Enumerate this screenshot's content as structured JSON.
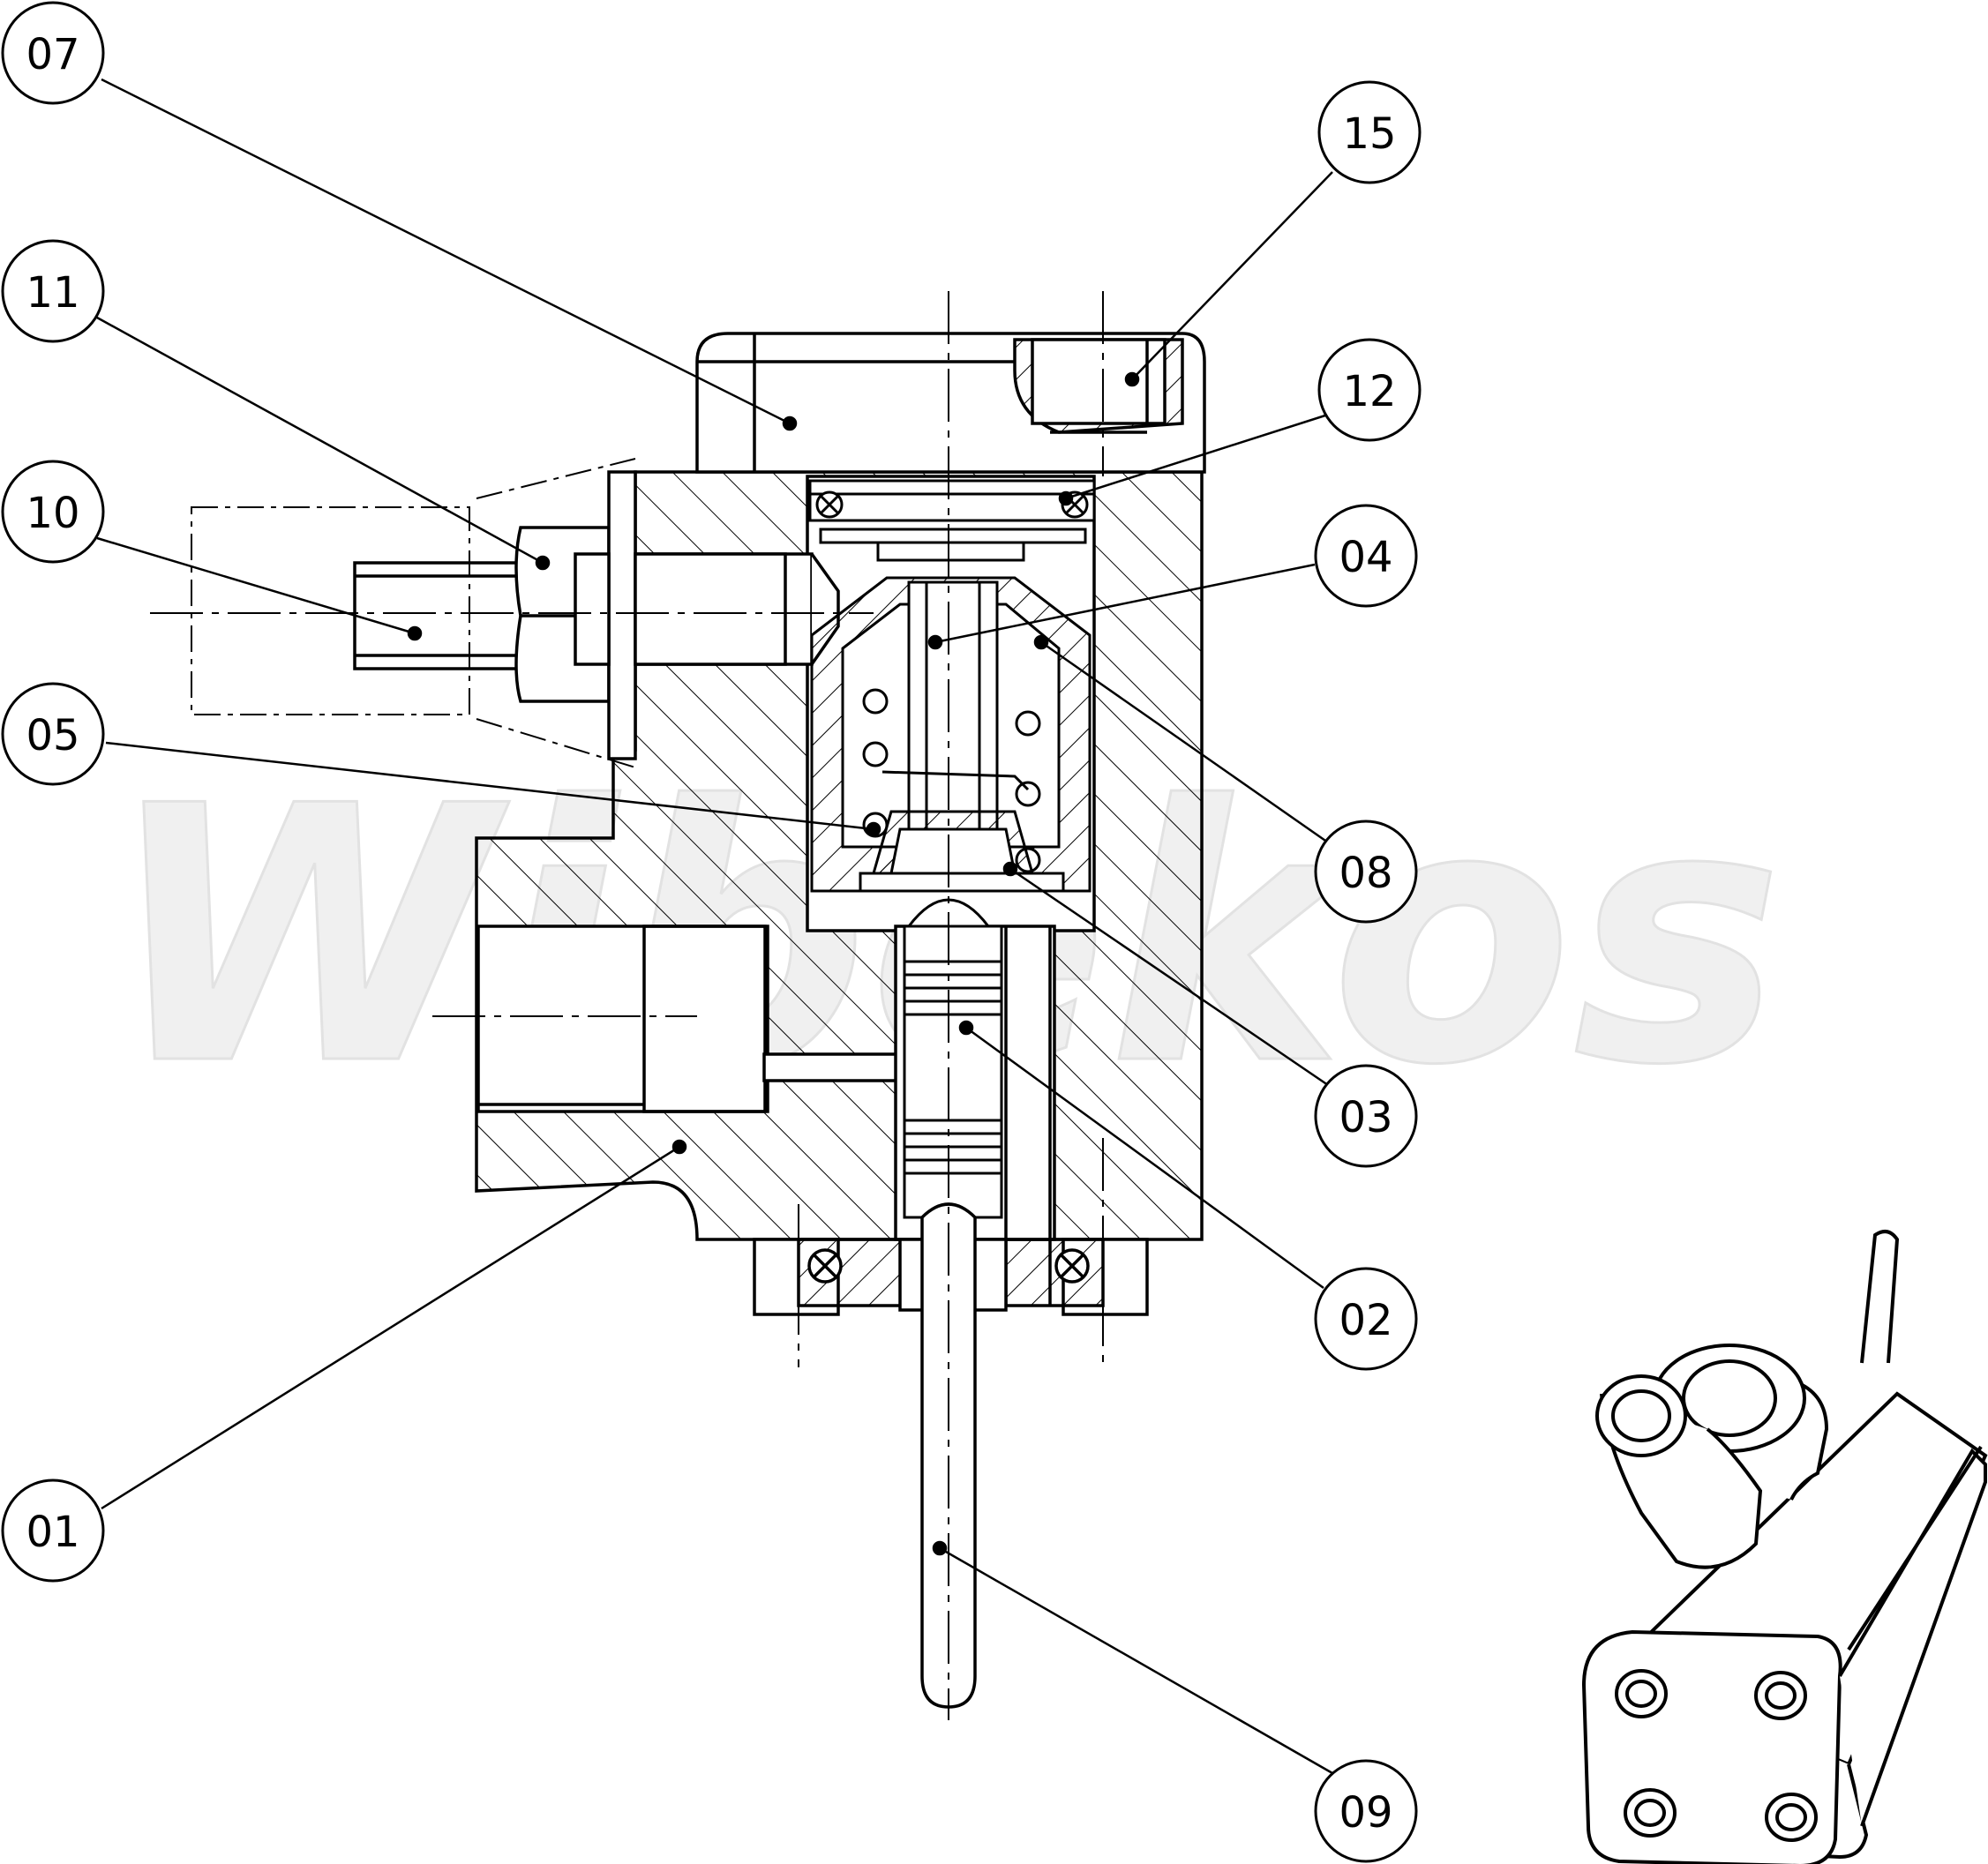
{
  "watermark": "Wibekos",
  "balloons": [
    {
      "id": "07",
      "label": "07"
    },
    {
      "id": "15",
      "label": "15"
    },
    {
      "id": "11",
      "label": "11"
    },
    {
      "id": "12",
      "label": "12"
    },
    {
      "id": "10",
      "label": "10"
    },
    {
      "id": "04",
      "label": "04"
    },
    {
      "id": "05",
      "label": "05"
    },
    {
      "id": "08",
      "label": "08"
    },
    {
      "id": "03",
      "label": "03"
    },
    {
      "id": "02",
      "label": "02"
    },
    {
      "id": "01",
      "label": "01"
    },
    {
      "id": "09",
      "label": "09"
    }
  ],
  "colors": {
    "line": "#000000",
    "background": "#ffffff",
    "watermark": "#f0f0f0"
  }
}
